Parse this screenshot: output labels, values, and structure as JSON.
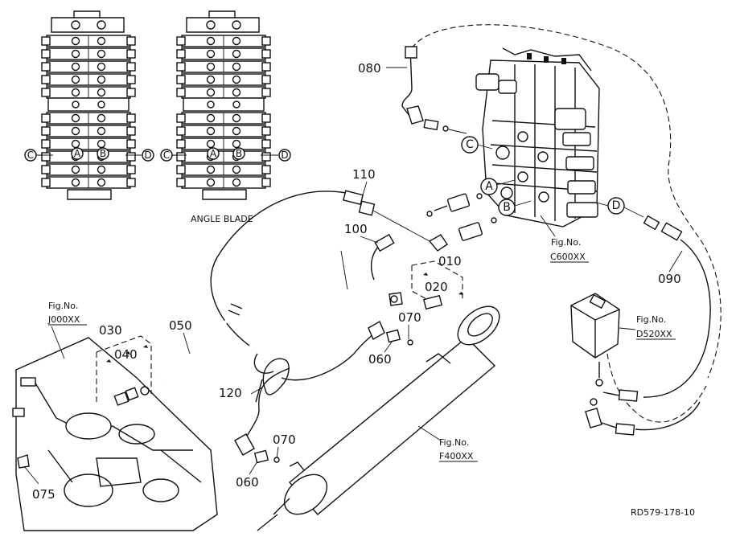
{
  "parts": {
    "p010": "010",
    "p020": "020",
    "p030": "030",
    "p040": "040",
    "p050": "050",
    "p060a": "060",
    "p060b": "060",
    "p070a": "070",
    "p070b": "070",
    "p075": "075",
    "p080": "080",
    "p090": "090",
    "p100": "100",
    "p110": "110",
    "p120": "120"
  },
  "figure_refs": {
    "j000": {
      "line1": "Fig.No.",
      "line2": "J000XX"
    },
    "c600": {
      "line1": "Fig.No.",
      "line2": "C600XX"
    },
    "d520": {
      "line1": "Fig.No.",
      "line2": "D520XX"
    },
    "f400": {
      "line1": "Fig.No.",
      "line2": "F400XX"
    }
  },
  "ports": {
    "a": "A",
    "b": "B",
    "c": "C",
    "d": "D"
  },
  "inset": {
    "caption": "ANGLE BLADE"
  },
  "drawing_code": "RD579-178-10"
}
